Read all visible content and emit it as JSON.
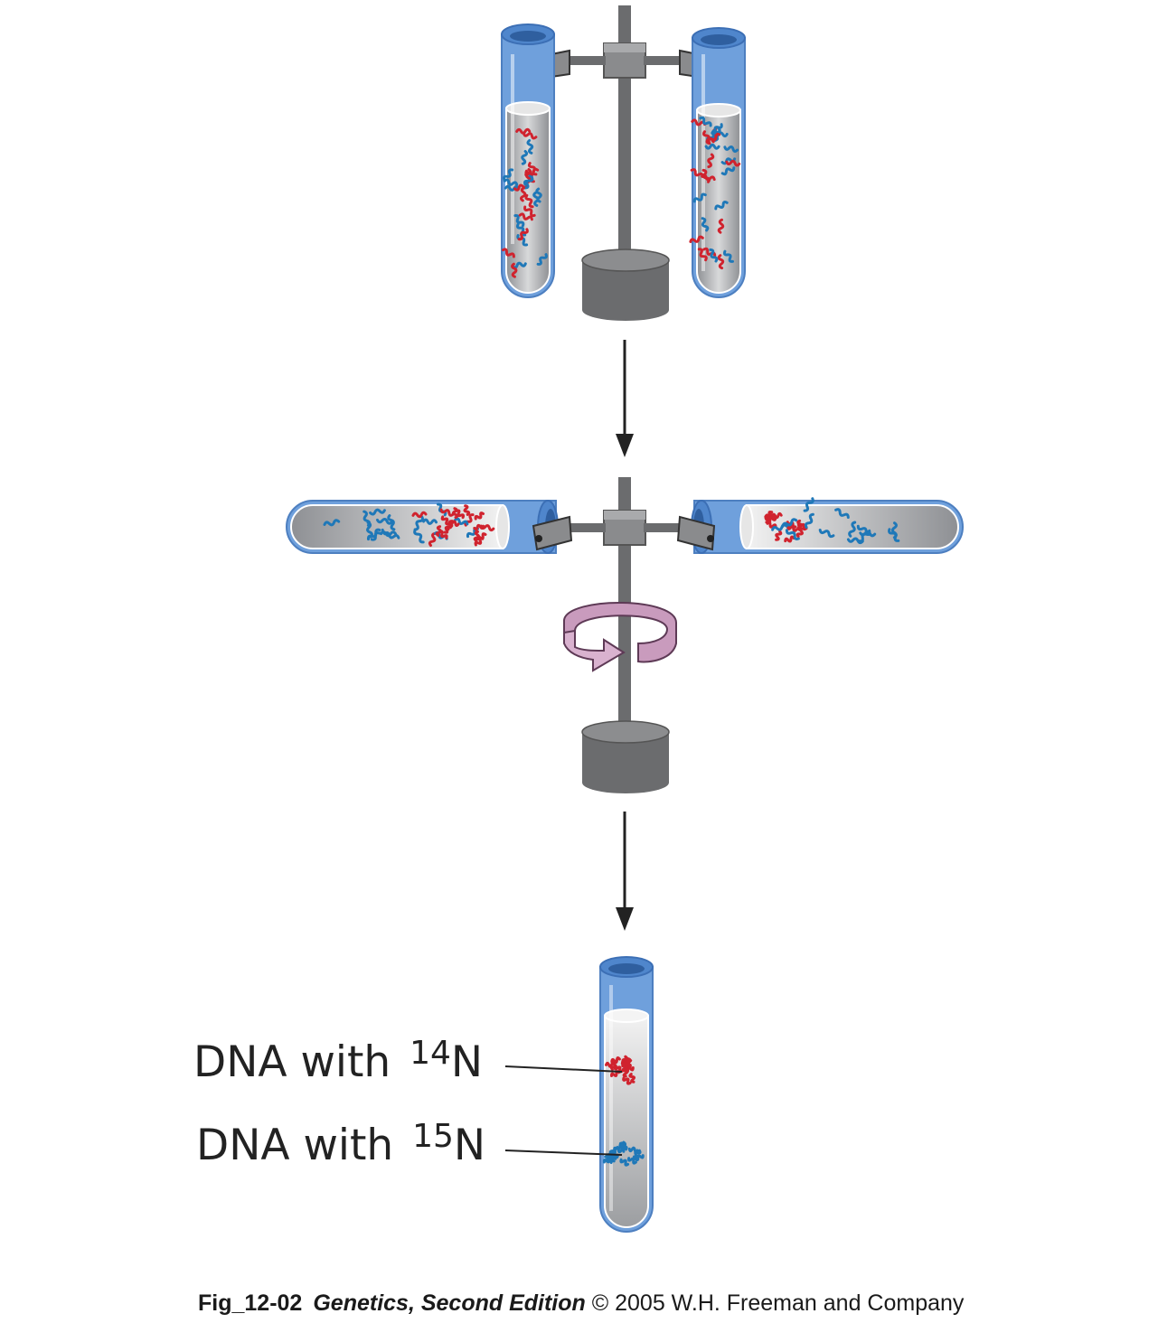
{
  "labels": {
    "dna14": {
      "text": "DNA with ",
      "iso": "14",
      "elem": "N"
    },
    "dna15": {
      "text": "DNA with ",
      "iso": "15",
      "elem": "N"
    }
  },
  "caption": {
    "figure": "Fig_12-02",
    "book": "Genetics, Second Edition",
    "rights": " © 2005 W.H. Freeman and Company"
  },
  "colors": {
    "tube_blue": "#6fa0dc",
    "tube_inner": "#b9bcc0",
    "metal": "#6b6c6e",
    "dna_red": "#d0232e",
    "dna_blue": "#1f78b8",
    "rotation_arrow": "#c99bbd"
  }
}
